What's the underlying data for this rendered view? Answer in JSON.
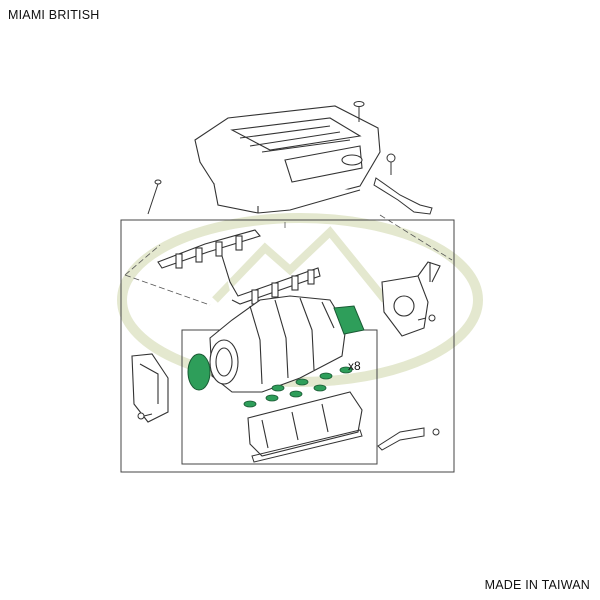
{
  "header": {
    "brand_text": "MIAMI BRITISH"
  },
  "footer": {
    "origin_text": "MADE IN TAIWAN"
  },
  "diagram": {
    "gasket_quantity_callout": "x8",
    "highlight_color": "#2e9e5a",
    "line_color": "#333333",
    "watermark_color": "#e6ead2"
  }
}
